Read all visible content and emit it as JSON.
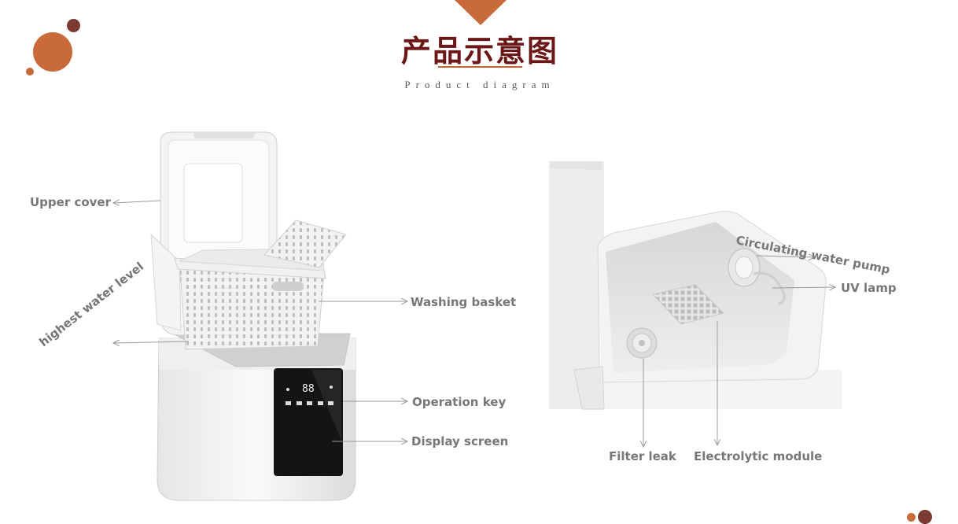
{
  "header": {
    "title": "产品示意图",
    "subtitle": "Product diagram"
  },
  "labels": {
    "upper_cover": "Upper cover",
    "highest_water_level": "highest water level",
    "washing_basket": "Washing basket",
    "operation_key": "Operation key",
    "display_screen": "Display screen",
    "circulating_water_pump": "Circulating water pump",
    "uv_lamp": "UV lamp",
    "filter_leak": "Filter leak",
    "electrolytic_module": "Electrolytic module"
  },
  "display": {
    "readout": "88"
  },
  "colors": {
    "accent_dark": "#6b1717",
    "accent_orange": "#c96a3a",
    "accent_brown": "#7a3a30",
    "label_gray": "#777777"
  }
}
